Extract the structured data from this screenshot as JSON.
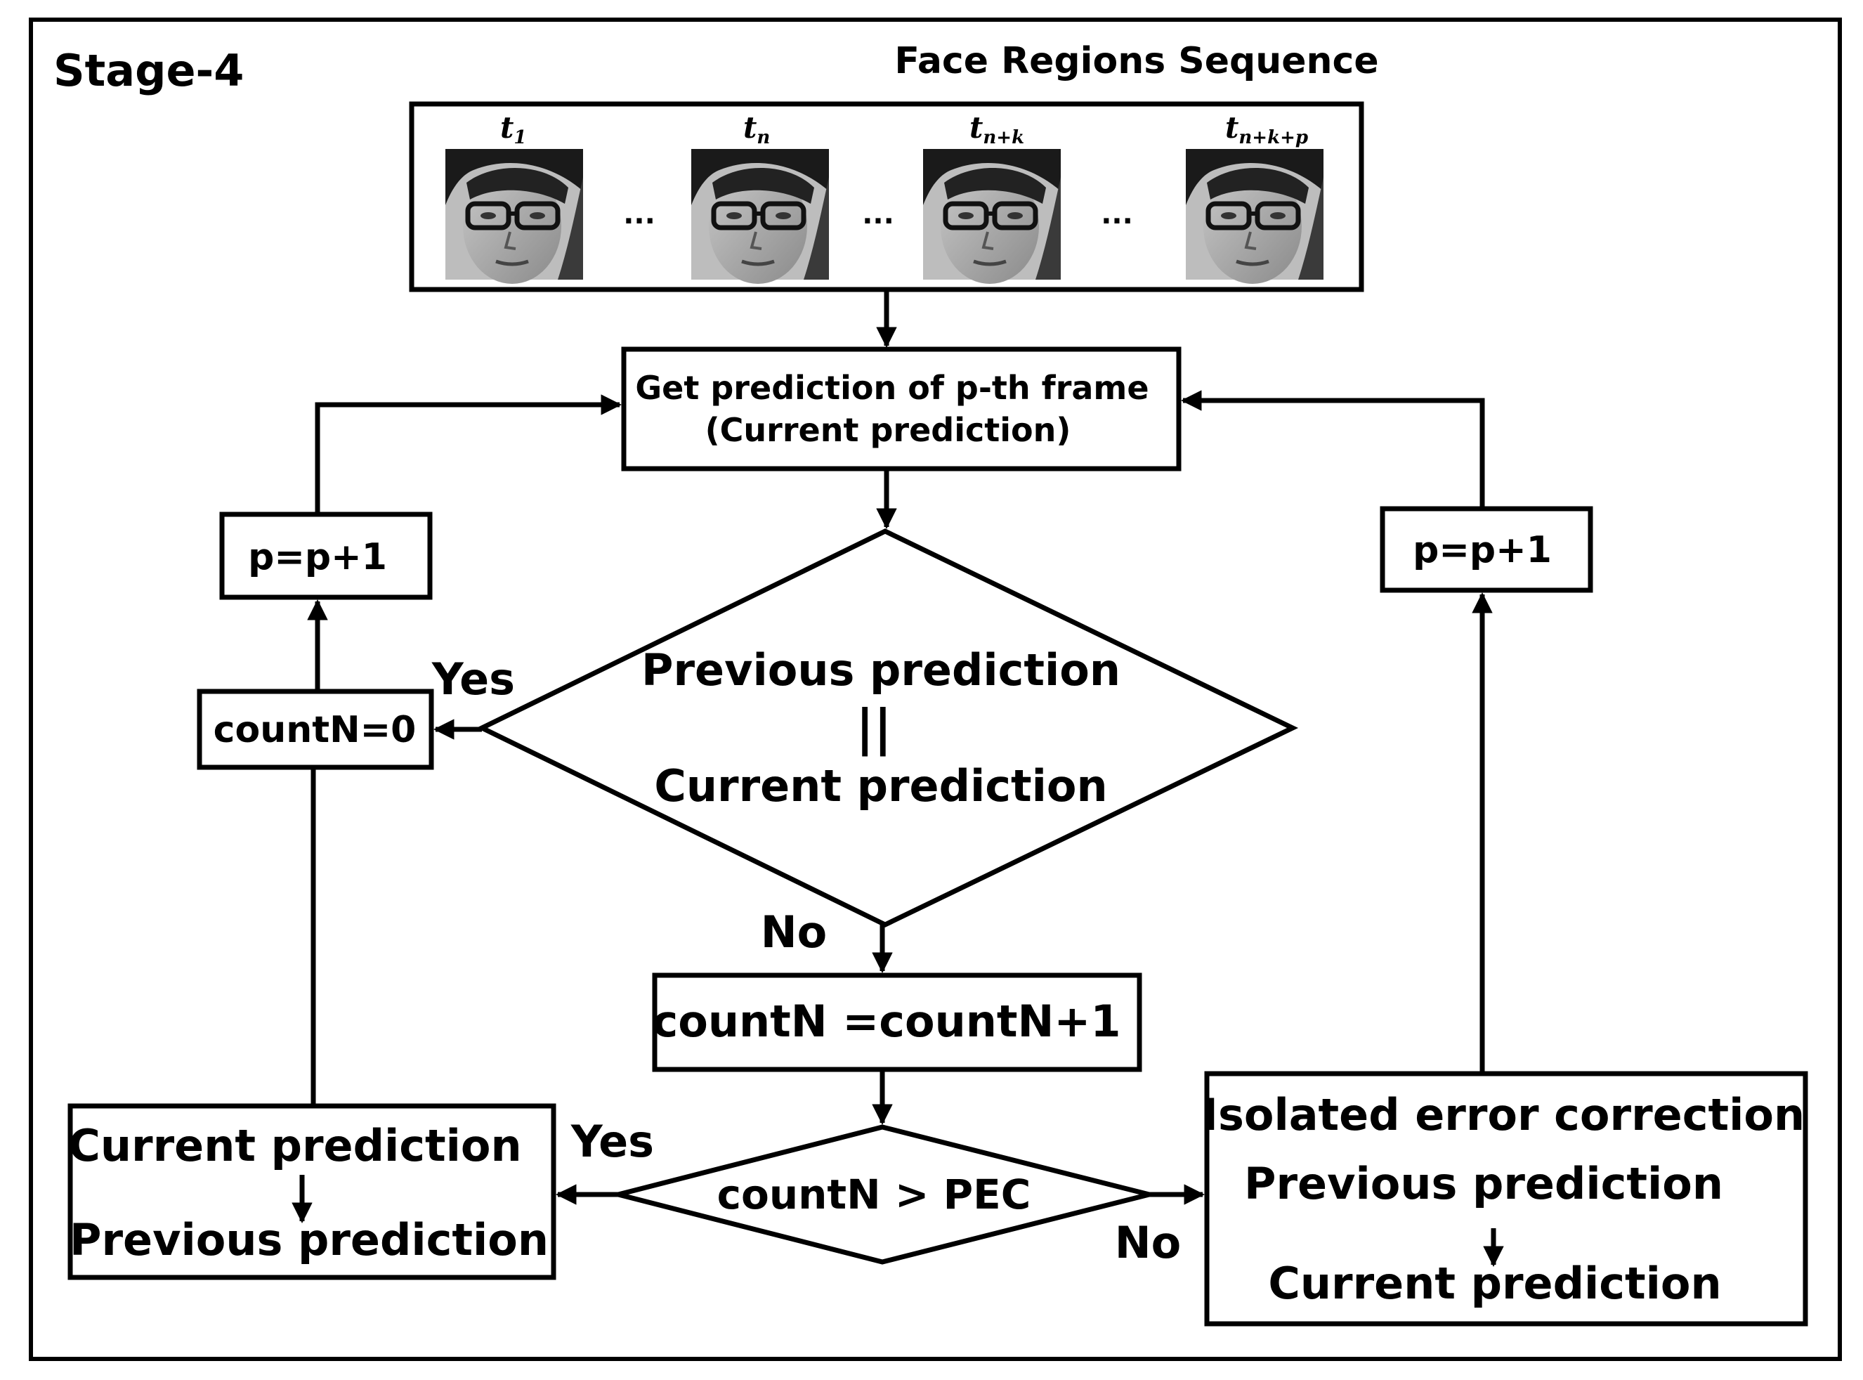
{
  "stage_label": "Stage-4",
  "sequence": {
    "title": "Face Regions Sequence",
    "frames": [
      {
        "label": "t",
        "sub": "1"
      },
      {
        "label": "t",
        "sub": "n"
      },
      {
        "label": "t",
        "sub": "n+k"
      },
      {
        "label": "t",
        "sub": "n+k+p"
      }
    ],
    "ellipsis": "..."
  },
  "get_prediction": {
    "line1": "Get prediction of p-th frame",
    "line2": "(Current prediction)"
  },
  "increment_left": "p=p+1",
  "increment_right": "p=p+1",
  "decision_main": {
    "line1": "Previous prediction",
    "operator": "||",
    "line2": "Current prediction",
    "yes_label": "Yes",
    "no_label": "No"
  },
  "reset_box": "countN=0",
  "count_box": "countN =countN+1",
  "decision_pec": {
    "text": "countN > PEC",
    "yes_label": "Yes",
    "no_label": "No"
  },
  "left_result": {
    "line1": "Current prediction",
    "line2": "Previous prediction"
  },
  "right_result": {
    "title": "Isolated error correction",
    "line1": "Previous prediction",
    "line2": "Current prediction"
  },
  "icons": {
    "face_thumbnail": "face-photo-icon"
  }
}
